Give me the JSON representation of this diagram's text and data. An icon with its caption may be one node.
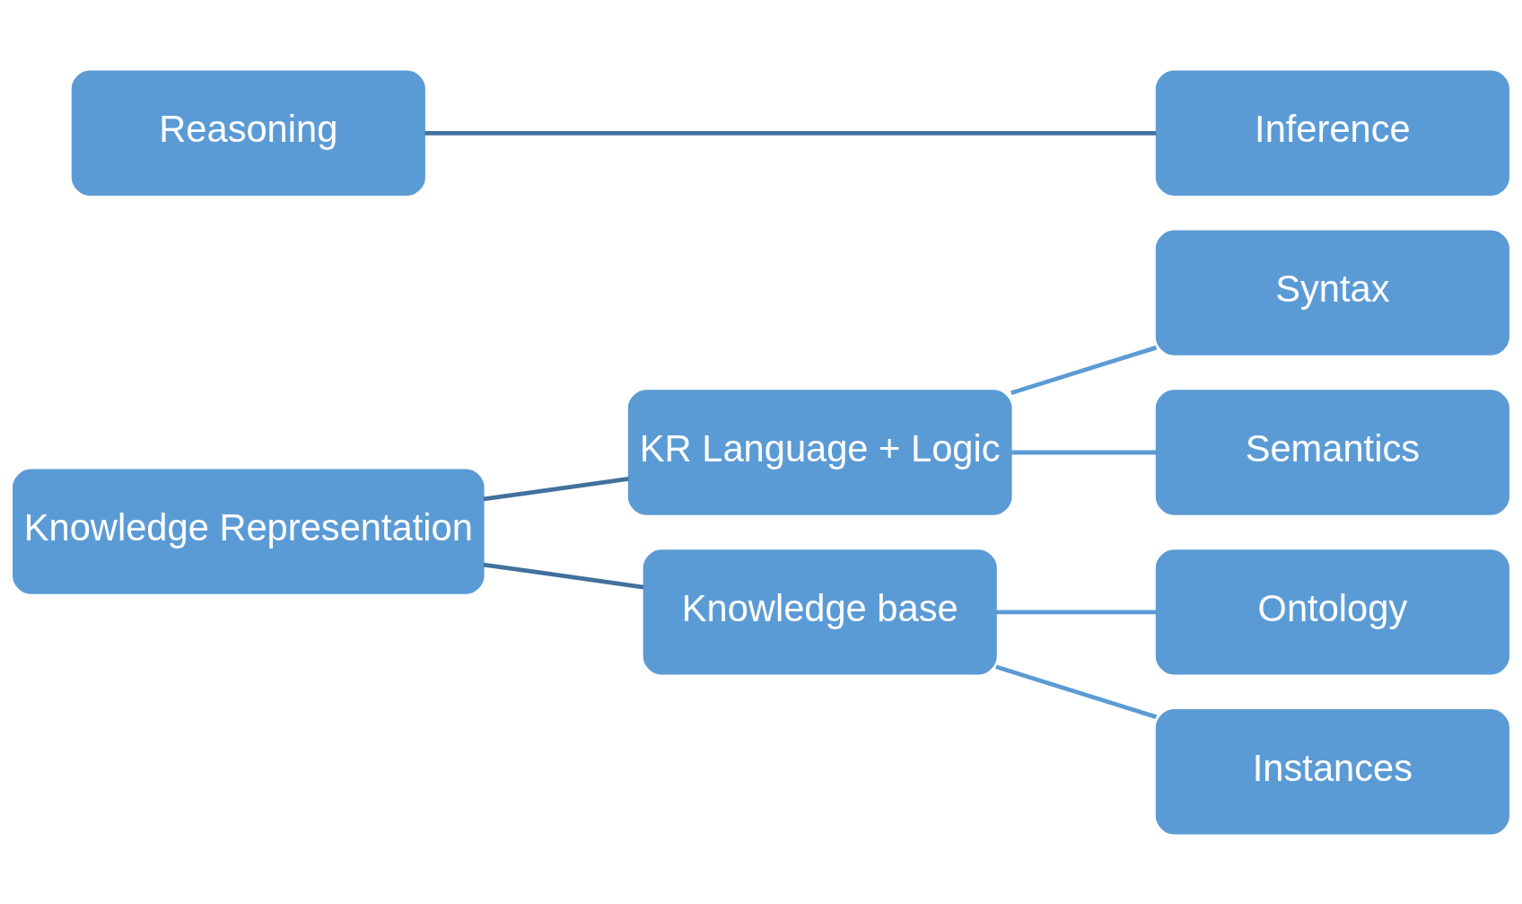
{
  "diagram": {
    "nodes": [
      {
        "text": [
          "Knowledge Representation"
        ]
      },
      {
        "text": [
          "KR Language + Logic"
        ]
      },
      {
        "text": [
          "Knowledge base"
        ]
      },
      {
        "text": [
          "Syntax"
        ]
      },
      {
        "text": [
          "Semantics"
        ]
      },
      {
        "text": [
          "Ontology"
        ]
      },
      {
        "text": [
          "Instances"
        ]
      },
      {
        "text": [
          "Reasoning"
        ]
      },
      {
        "text": [
          "Inference"
        ]
      }
    ],
    "edges": [
      {
        "from": 0,
        "to": 1,
        "arrow": "none",
        "color": "#41719c"
      },
      {
        "from": 0,
        "to": 2,
        "arrow": "none",
        "color": "#41719c"
      },
      {
        "from": 1,
        "to": 3,
        "arrow": "none"
      },
      {
        "from": 1,
        "to": 4,
        "arrow": "none"
      },
      {
        "from": 2,
        "to": 5,
        "arrow": "none"
      },
      {
        "from": 2,
        "to": 6,
        "arrow": "none"
      },
      {
        "from": 7,
        "to": 8,
        "arrow": "none",
        "color": "#41719c"
      }
    ]
  }
}
